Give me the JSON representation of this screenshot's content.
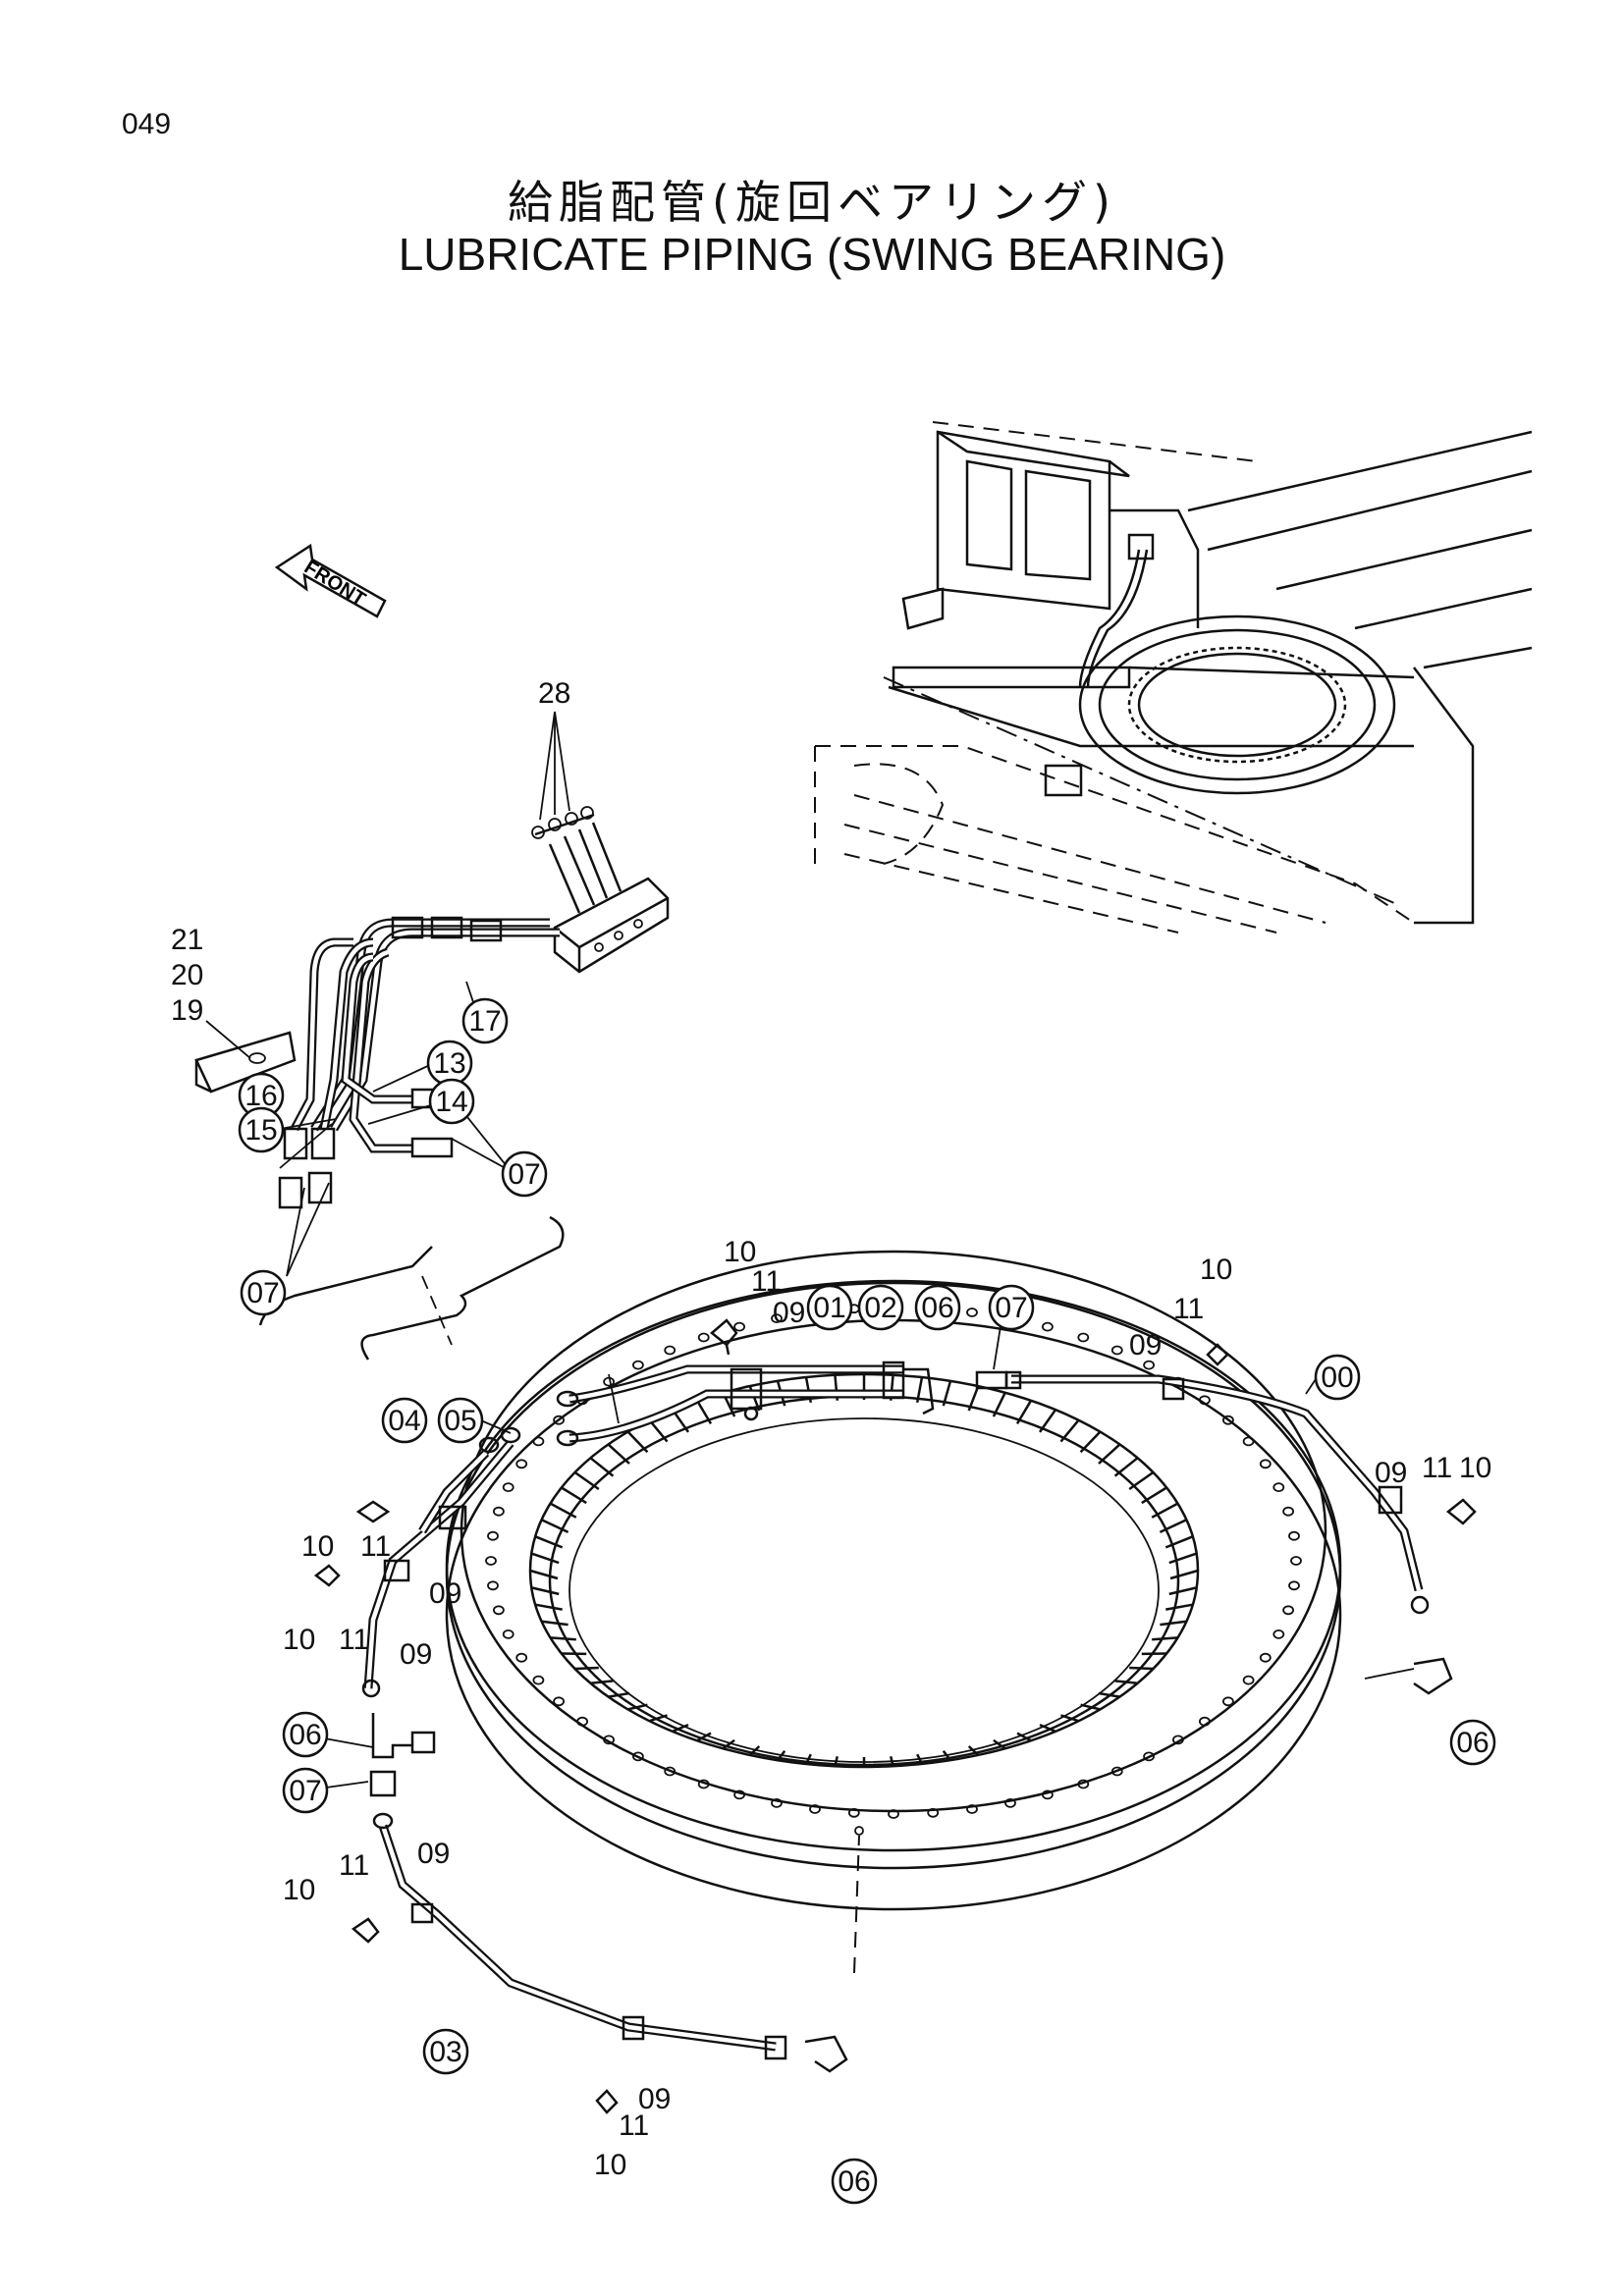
{
  "page_number": "049",
  "title_jp": "給脂配管(旋回ベアリング)",
  "title_en": "LUBRICATE PIPING (SWING BEARING)",
  "front_label": "FRONT",
  "callouts": {
    "c28": "28",
    "c21": "21",
    "c20": "20",
    "c19": "19",
    "c17": "17",
    "c13": "13",
    "c14": "14",
    "c16": "16",
    "c15": "15",
    "c07a": "07",
    "c07b": "07",
    "c10a": "10",
    "c11a": "11",
    "c09a": "09",
    "c01": "01",
    "c02": "02",
    "c06a": "06",
    "c07c": "07",
    "c10b": "10",
    "c11b": "11",
    "c09b": "09",
    "c00": "00",
    "c04": "04",
    "c05": "05",
    "c10c": "10",
    "c11c": "11",
    "c09c": "09",
    "c10d": "10",
    "c11d": "11",
    "c09d": "09",
    "c09e": "09",
    "c11e": "11",
    "c10e": "10",
    "c06b": "06",
    "c07d": "07",
    "c06c": "06",
    "c10f": "10",
    "c11f": "11",
    "c09f": "09",
    "c03": "03",
    "c09g": "09",
    "c11g": "11",
    "c10g": "10",
    "c06d": "06"
  }
}
